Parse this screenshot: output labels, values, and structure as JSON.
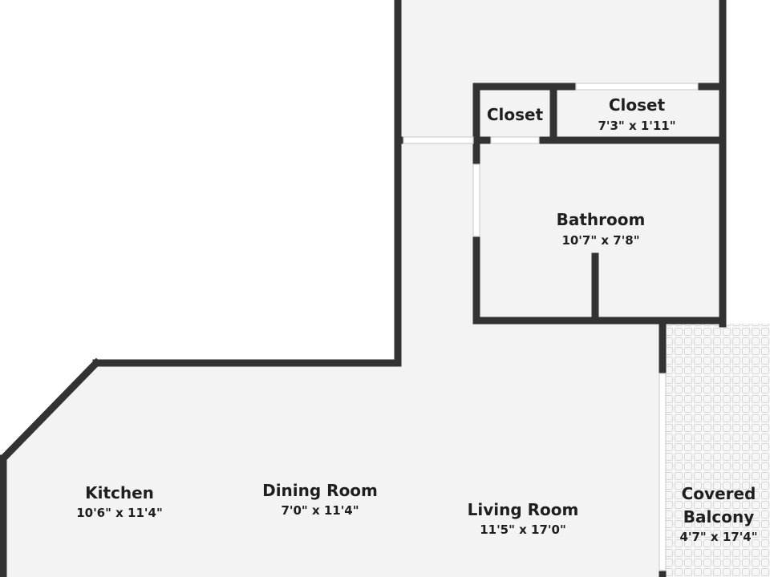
{
  "rooms": {
    "closet_small": {
      "name": "Closet"
    },
    "closet_large": {
      "name": "Closet",
      "dimensions": "7'3\" x 1'11\""
    },
    "bathroom": {
      "name": "Bathroom",
      "dimensions": "10'7\" x 7'8\""
    },
    "kitchen": {
      "name": "Kitchen",
      "dimensions": "10'6\" x 11'4\""
    },
    "dining_room": {
      "name": "Dining Room",
      "dimensions": "7'0\" x 11'4\""
    },
    "living_room": {
      "name": "Living Room",
      "dimensions": "11'5\" x 17'0\""
    },
    "covered_balcony": {
      "name_line1": "Covered",
      "name_line2": "Balcony",
      "dimensions": "4'7\" x 17'4\""
    }
  },
  "colors": {
    "wall": "#333333",
    "floor": "#f3f3f3",
    "background": "#ffffff",
    "tile_grid": "#d9d9d9",
    "opening": "#ffffff"
  }
}
